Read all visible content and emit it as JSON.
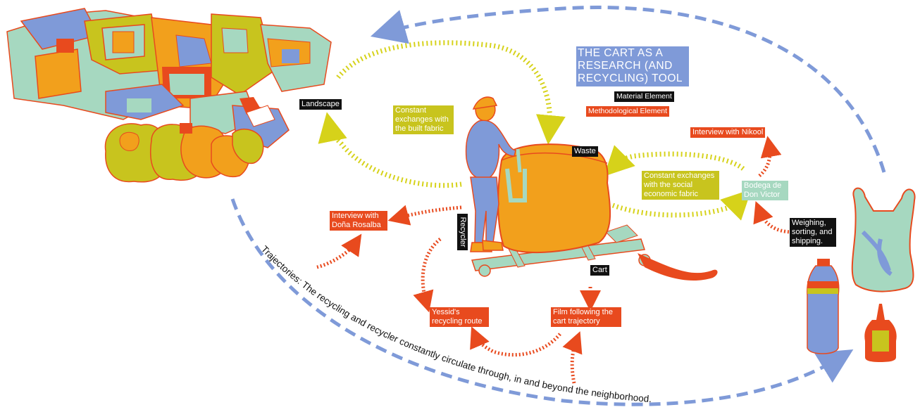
{
  "title": "THE CART AS A\nRESEARCH (AND\nRECYCLING) TOOL",
  "legend": {
    "material": "Material Element",
    "methodological": "Methodological Element"
  },
  "labels": {
    "landscape": "Landscape",
    "waste": "Waste",
    "recycler": "Recycler",
    "cart": "Cart",
    "built_fabric": "Constant\nexchanges with\nthe built fabric",
    "social_fabric": "Constant exchanges\nwith the social\neconomic fabric",
    "interview_nikool": "Interview with Nikool",
    "bodega": "Bodega de\nDon Victor",
    "weighing": "Weighing,\nsorting, and\nshipping.",
    "interview_rosalba": "Interview with\nDoña Rosalba",
    "yessid_route": "Yessid's\nrecycling route",
    "film": "Film following the\ncart trajectory",
    "trajectories": "Trajectories: The recycling and recycler constantly circulate through, in and beyond the neighborhood."
  },
  "colors": {
    "blue": "#7f9ad8",
    "orange": "#f2a01c",
    "red": "#e84a1e",
    "olive": "#c8c41e",
    "teal": "#a6d8c0",
    "yellow": "#d6d21a"
  }
}
